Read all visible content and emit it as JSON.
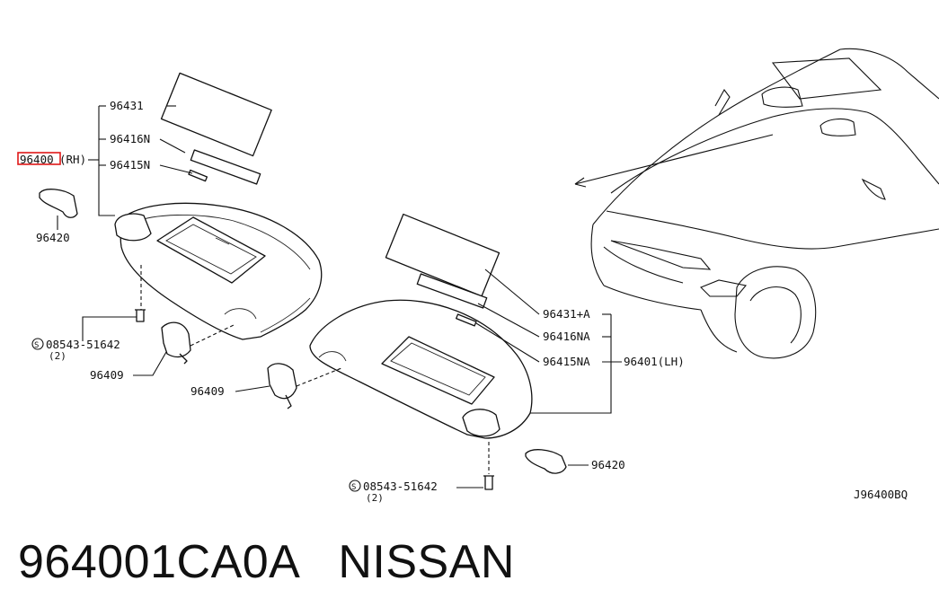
{
  "callouts": {
    "pn_rh": "96400",
    "rh_suffix": "(RH)",
    "p96431": "96431",
    "p96416n": "96416N",
    "p96415n": "96415N",
    "p96420_left": "96420",
    "screw_left": "08543-51642",
    "screw_left_qty": "(2)",
    "p96409_left": "96409",
    "p96431a": "96431+A",
    "p96416na": "96416NA",
    "p96415na": "96415NA",
    "p96401lh": "96401(LH)",
    "p96409_right": "96409",
    "p96420_right": "96420",
    "screw_right": "08543-51642",
    "screw_right_qty": "(2)",
    "drawing_code": "J96400BQ",
    "screw_symbol": "S"
  },
  "footer": {
    "part_number": "964001CA0A",
    "brand": "NISSAN"
  },
  "colors": {
    "highlight": "#e01818",
    "ink": "#111111"
  }
}
